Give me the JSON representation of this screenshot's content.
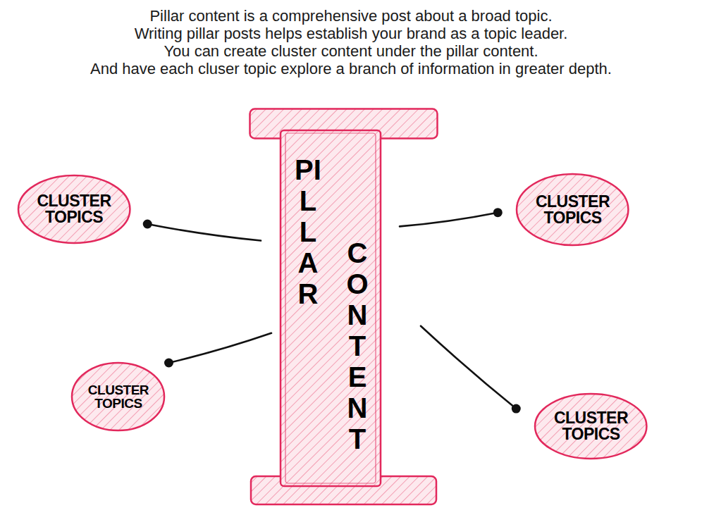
{
  "diagram": {
    "nodes": [
      {
        "text": [
          "PILLAR",
          "CONTENT"
        ]
      },
      {
        "text": [
          "CLUSTER TOPICS"
        ]
      },
      {
        "text": [
          "CLUSTER TOPICS"
        ]
      },
      {
        "text": [
          "CLUSTER TOPICS"
        ]
      },
      {
        "text": [
          "CLUSTER TOPICS"
        ]
      }
    ],
    "edges": [
      {
        "from": 0,
        "to": 1,
        "arrow": "none"
      },
      {
        "from": 0,
        "to": 2,
        "arrow": "none"
      },
      {
        "from": 0,
        "to": 3,
        "arrow": "none"
      },
      {
        "from": 0,
        "to": 4,
        "arrow": "none"
      }
    ],
    "labels": [
      "Pillar content is a comprehensive post about a broad topic.",
      "Writing pillar posts helps establish your brand as a topic leader.",
      "You can create cluster content under the pillar content.",
      "And have each cluser topic explore a branch of information in greater depth."
    ]
  }
}
